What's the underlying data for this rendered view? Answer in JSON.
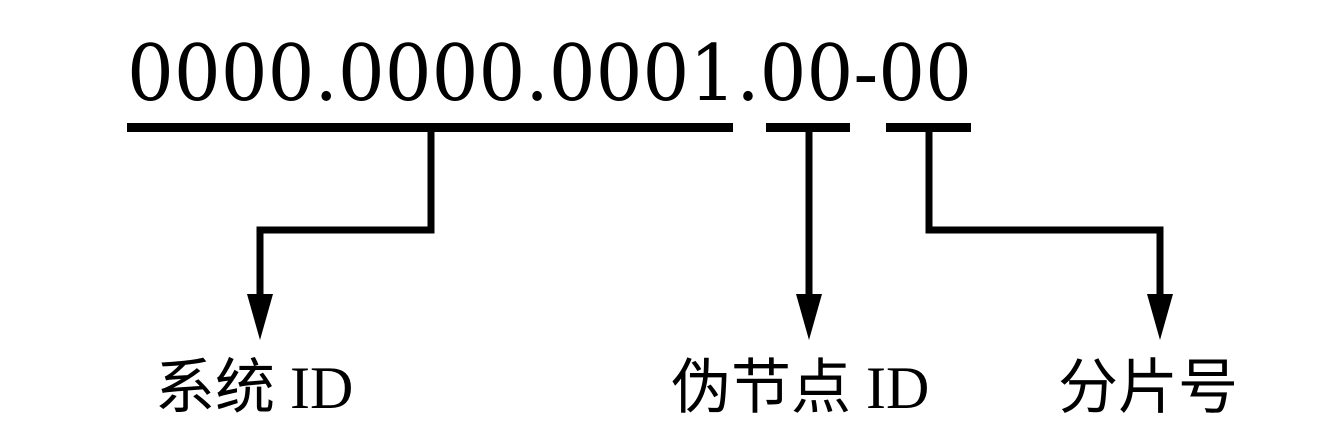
{
  "identifier": "0000.0000.0001.00-00",
  "segments": [
    {
      "part": "0000.0000.0001",
      "label": "系统 ID"
    },
    {
      "part": "00",
      "label": "伪节点 ID"
    },
    {
      "part": "00",
      "label": "分片号"
    }
  ],
  "colors": {
    "foreground": "#000000",
    "background": "#ffffff"
  }
}
